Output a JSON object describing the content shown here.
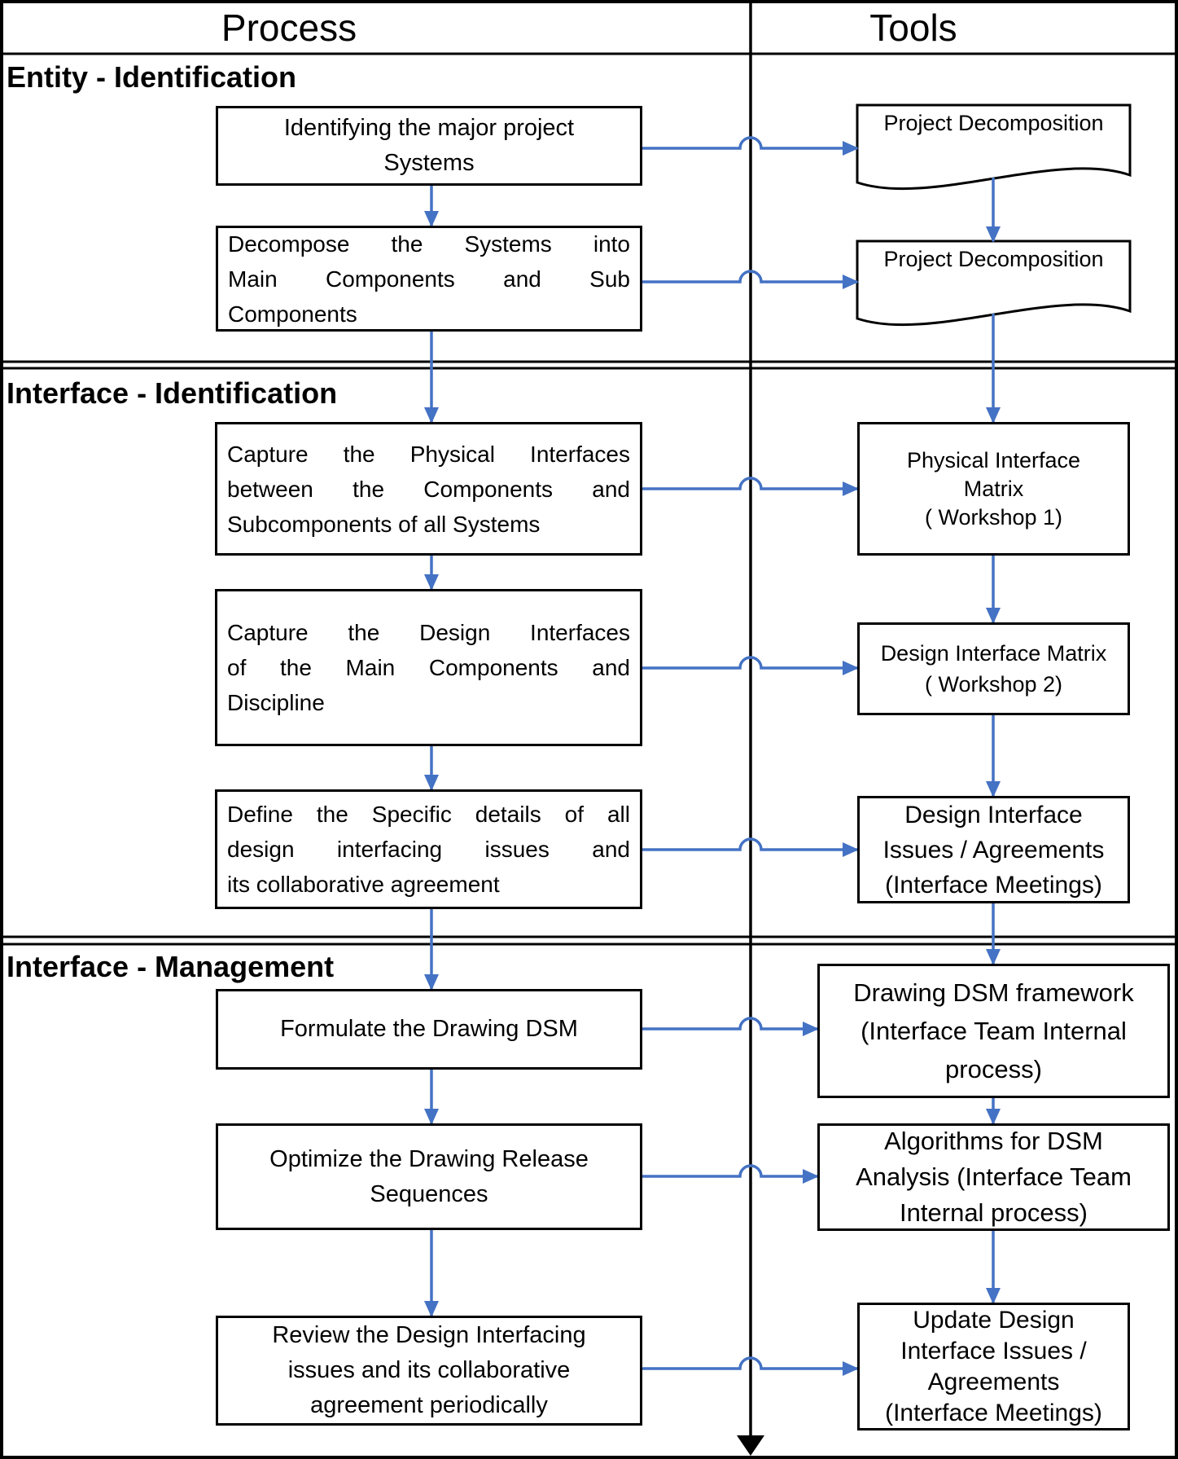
{
  "columns": {
    "process": "Process",
    "tools": "Tools"
  },
  "colors": {
    "arrow_blue": "#4472C4",
    "line_black": "#000000",
    "background": "#FFFFFF"
  },
  "sections": [
    {
      "title": "Entity - Identification",
      "process_boxes": [
        {
          "text": "Identifying the major project\nSystems"
        },
        {
          "lines": [
            "Decompose the Systems into",
            "Main Components and Sub",
            "Components"
          ]
        }
      ],
      "tool_boxes": [
        {
          "shape": "document",
          "text": "Project Decomposition"
        },
        {
          "shape": "document",
          "text": "Project Decomposition"
        }
      ]
    },
    {
      "title": "Interface - Identification",
      "process_boxes": [
        {
          "lines": [
            "Capture the Physical Interfaces",
            "between the Components and",
            "Subcomponents of all Systems"
          ]
        },
        {
          "lines": [
            "Capture the Design Interfaces",
            "of the Main Components and",
            "Discipline"
          ]
        },
        {
          "lines": [
            "Define the Specific details of all",
            "design interfacing issues and",
            "its collaborative agreement"
          ]
        }
      ],
      "tool_boxes": [
        {
          "shape": "rect",
          "text": "Physical Interface\nMatrix\n( Workshop 1)"
        },
        {
          "shape": "rect",
          "text": "Design Interface Matrix\n( Workshop 2)"
        },
        {
          "shape": "rect",
          "text": "Design Interface\nIssues / Agreements\n(Interface Meetings)"
        }
      ]
    },
    {
      "title": "Interface - Management",
      "process_boxes": [
        {
          "text": "Formulate the Drawing DSM"
        },
        {
          "text": "Optimize the Drawing Release\nSequences"
        },
        {
          "text": "Review the Design Interfacing\nissues and its collaborative\nagreement periodically"
        }
      ],
      "tool_boxes": [
        {
          "shape": "rect",
          "text": "Drawing DSM framework\n(Interface Team Internal\nprocess)"
        },
        {
          "shape": "rect",
          "text": "Algorithms for DSM\nAnalysis (Interface Team\nInternal process)"
        },
        {
          "shape": "rect",
          "text": "Update Design\nInterface Issues /\nAgreements\n(Interface Meetings)"
        }
      ]
    }
  ]
}
